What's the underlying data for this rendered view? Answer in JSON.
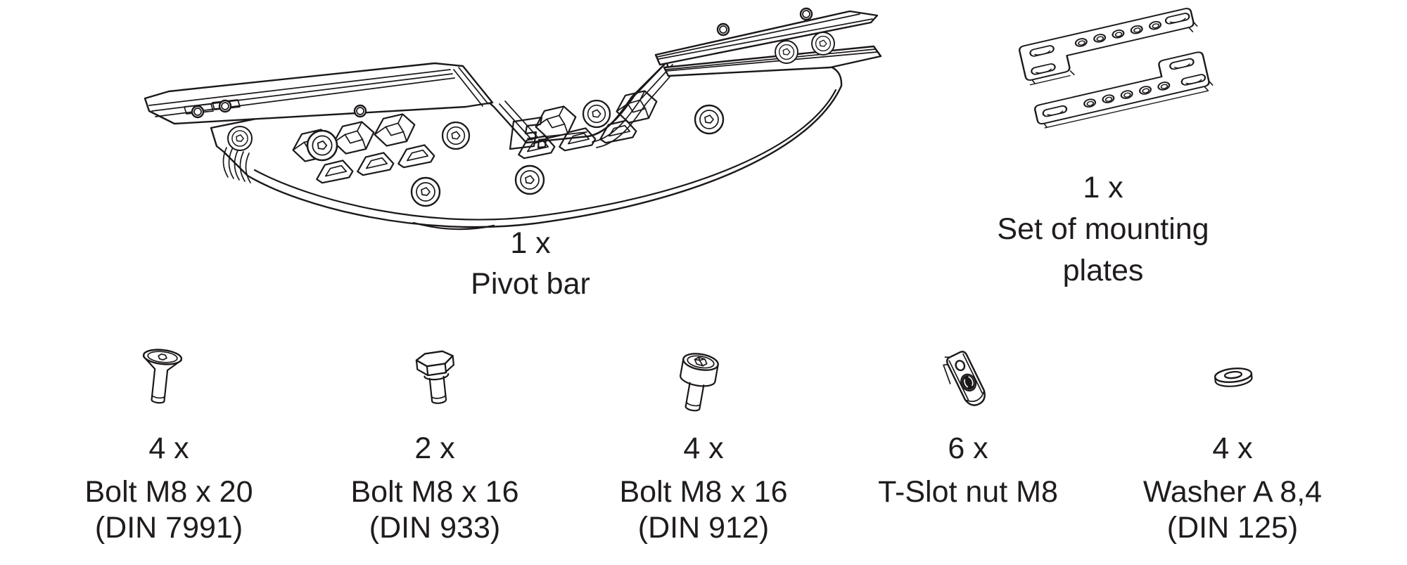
{
  "colors": {
    "ink": "#201c1d",
    "background": "#ffffff"
  },
  "parts": {
    "pivot_bar": {
      "qty": "1 x",
      "name": "Pivot bar"
    },
    "mounting_plates": {
      "qty": "1 x",
      "name": "Set of mounting plates"
    },
    "fasteners": [
      {
        "qty": "4 x",
        "name": "Bolt M8 x 20",
        "din": "(DIN 7991)",
        "icon": "countersunk-bolt"
      },
      {
        "qty": "2 x",
        "name": "Bolt M8 x 16",
        "din": "(DIN 933)",
        "icon": "hex-bolt"
      },
      {
        "qty": "4 x",
        "name": "Bolt M8 x 16",
        "din": "(DIN 912)",
        "icon": "socket-cap-bolt"
      },
      {
        "qty": "6 x",
        "name": "T-Slot nut M8",
        "din": "",
        "icon": "t-slot-nut"
      },
      {
        "qty": "4 x",
        "name": "Washer A 8,4",
        "din": "(DIN 125)",
        "icon": "washer"
      }
    ]
  }
}
